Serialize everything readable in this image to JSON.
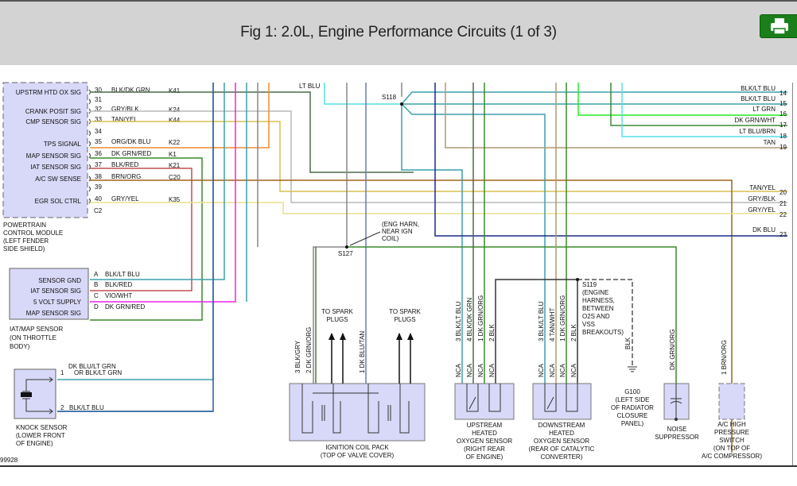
{
  "header": {
    "title": "Fig 1: 2.0L, Engine Performance Circuits (1 of 3)",
    "print_icon": "printer-icon",
    "print_color": "#1a7f1a"
  },
  "pcm": {
    "label_lines": [
      "POWERTRAIN",
      "CONTROL MODULE",
      "(LEFT FENDER",
      "SIDE SHIELD)"
    ],
    "connector": "C2",
    "pins": [
      {
        "func": "UPSTRM HTD OX SIG",
        "pin": "30",
        "color": "BLK/DK GRN",
        "circuit": "K41"
      },
      {
        "func": "",
        "pin": "31",
        "color": "",
        "circuit": ""
      },
      {
        "func": "CRANK POSIT SIG",
        "pin": "32",
        "color": "GRY/BLK",
        "circuit": "K24"
      },
      {
        "func": "CMP SENSOR SIG",
        "pin": "33",
        "color": "TAN/YEL",
        "circuit": "K44"
      },
      {
        "func": "",
        "pin": "34",
        "color": "",
        "circuit": ""
      },
      {
        "func": "TPS SIGNAL",
        "pin": "35",
        "color": "ORG/DK BLU",
        "circuit": "K22"
      },
      {
        "func": "MAP SENSOR SIG",
        "pin": "36",
        "color": "DK GRN/RED",
        "circuit": "K1"
      },
      {
        "func": "IAT SENSOR SIG",
        "pin": "37",
        "color": "BLK/RED",
        "circuit": "K21"
      },
      {
        "func": "A/C SW SENSE",
        "pin": "38",
        "color": "BRN/ORG",
        "circuit": "C20"
      },
      {
        "func": "",
        "pin": "39",
        "color": "",
        "circuit": ""
      },
      {
        "func": "EGR SOL CTRL",
        "pin": "40",
        "color": "GRY/YEL",
        "circuit": "K35"
      }
    ]
  },
  "iat_map": {
    "label_lines": [
      "IAT/MAP SENSOR",
      "(ON THROTTLE",
      "BODY)"
    ],
    "pins": [
      {
        "func": "SENSOR GND",
        "pin": "A",
        "color": "BLK/LT BLU"
      },
      {
        "func": "IAT SENSOR SIG",
        "pin": "B",
        "color": "BLK/RED"
      },
      {
        "func": "5 VOLT SUPPLY",
        "pin": "C",
        "color": "VIO/WHT"
      },
      {
        "func": "MAP SENSOR SIG",
        "pin": "D",
        "color": "DK GRN/RED"
      }
    ]
  },
  "knock": {
    "label_lines": [
      "KNOCK SENSOR",
      "(LOWER FRONT",
      "OF ENGINE)"
    ],
    "pin1": "1",
    "pin1_color_a": "DK BLU/LT GRN",
    "pin1_color_b": "OR  BLK/LT GRN",
    "pin2": "2",
    "pin2_color": "BLK/LT BLU"
  },
  "offpage": [
    {
      "color": "BLK/LT BLU",
      "num": "14"
    },
    {
      "color": "BLK/LT BLU",
      "num": "15"
    },
    {
      "color": "LT GRN",
      "num": "16"
    },
    {
      "color": "DK GRN/WHT",
      "num": "17"
    },
    {
      "color": "LT BLU/BRN",
      "num": "18"
    },
    {
      "color": "TAN",
      "num": "19"
    },
    {
      "color": "TAN/YEL",
      "num": "20"
    },
    {
      "color": "GRY/BLK",
      "num": "21"
    },
    {
      "color": "GRY/YEL",
      "num": "22"
    },
    {
      "color": "DK BLU",
      "num": "23"
    }
  ],
  "splices": {
    "s118": "S118",
    "s118_wire": "LT BLU",
    "s127": "S127",
    "s127_note": [
      "(ENG HARN,",
      "NEAR IGN",
      "COIL)"
    ],
    "s119": "S119",
    "s119_note": [
      "(ENGINE",
      "HARNESS,",
      "BETWEEN",
      "O2S AND",
      "VSS",
      "BREAKOUTS)"
    ]
  },
  "coil": {
    "label_lines": [
      "IGNITION COIL PACK",
      "(TOP OF VALVE COVER)"
    ],
    "spark_label": [
      "TO SPARK",
      "PLUGS"
    ],
    "wires": [
      {
        "pin": "3",
        "color": "BLK/GRY"
      },
      {
        "pin": "2",
        "color": "DK GRN/ORG"
      },
      {
        "pin": "1",
        "color": "DK BLU/TAN"
      }
    ]
  },
  "o2_up": {
    "label_lines": [
      "UPSTREAM",
      "HEATED",
      "OXYGEN SENSOR",
      "(RIGHT REAR",
      "OF ENGINE)"
    ],
    "wires": [
      {
        "pin": "3",
        "color": "BLK/LT BLU",
        "nca": "NCA"
      },
      {
        "pin": "4",
        "color": "BLK/DK GRN",
        "nca": "NCA"
      },
      {
        "pin": "1",
        "color": "DK GRN/ORG",
        "nca": "NCA"
      },
      {
        "pin": "2",
        "color": "BLK",
        "nca": "NCA"
      }
    ]
  },
  "o2_down": {
    "label_lines": [
      "DOWNSTREAM",
      "HEATED",
      "OXYGEN SENSOR",
      "(REAR OF CATALYTIC",
      "CONVERTER)"
    ],
    "wires": [
      {
        "pin": "3",
        "color": "BLK/LT BLU",
        "nca": "NCA"
      },
      {
        "pin": "4",
        "color": "TAN/WHT",
        "nca": "NCA"
      },
      {
        "pin": "1",
        "color": "DK GRN/ORG",
        "nca": "NCA"
      },
      {
        "pin": "2",
        "color": "BLK",
        "nca": "NCA"
      }
    ]
  },
  "g100": {
    "wire": "BLK",
    "label_lines": [
      "G100",
      "(LEFT SIDE",
      "OF RADIATOR",
      "CLOSURE",
      "PANEL)"
    ]
  },
  "noise": {
    "wire": "DK GRN/ORG",
    "label_lines": [
      "NOISE",
      "SUPPRESSOR"
    ]
  },
  "ac_switch": {
    "pin": "1",
    "wire": "BRN/ORG",
    "label_lines": [
      "A/C HIGH",
      "PRESSURE",
      "SWITCH",
      "(ON TOP OF",
      "A/C COMPRESSOR)"
    ]
  },
  "figure_id": "99928",
  "wire_colors": {
    "blk_dkgrn": "#4a6b4a",
    "gry_blk": "#b8b8b8",
    "tan_yel": "#d8c050",
    "org_dkblu": "#f08a30",
    "dkgrn_red": "#3a8a2a",
    "blk_red": "#c05050",
    "brn_org": "#a06418",
    "gry_yel": "#e8e090",
    "blk_ltblu": "#3aa0a8",
    "vio_wht": "#ee22ee",
    "dkblu": "#1a2a8a",
    "ltgrn": "#22ee22",
    "dkgrn_wht": "#3a8a3a",
    "ltblu_brn": "#55e0e8",
    "tan": "#b09870",
    "blk": "#333333",
    "gry": "#888888",
    "dkblu_tan": "#6a7ab8",
    "component_fill": "#d8d8f8"
  }
}
